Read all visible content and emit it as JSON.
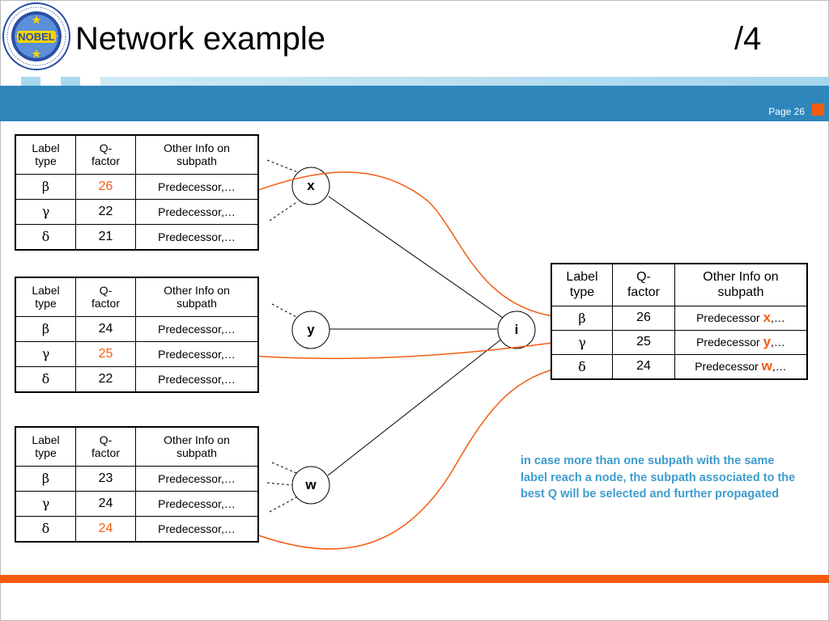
{
  "header": {
    "title": "Network example",
    "title_suffix": "/4",
    "page_label": "Page 26",
    "logo_text": "NOBEL",
    "accent_color": "#2f86bb",
    "highlight_color": "#f35c10"
  },
  "tables": {
    "headers": [
      "Label type",
      "Q-factor",
      "Other Info on subpath"
    ],
    "header_lines": [
      [
        "Label",
        "type"
      ],
      [
        "Q-",
        "factor"
      ],
      [
        "Other Info on",
        "subpath"
      ]
    ],
    "x": {
      "rows": [
        {
          "label": "β",
          "q": "26",
          "info": "Predecessor,…"
        },
        {
          "label": "γ",
          "q": "22",
          "info": "Predecessor,…"
        },
        {
          "label": "δ",
          "q": "21",
          "info": "Predecessor,…"
        }
      ]
    },
    "y": {
      "rows": [
        {
          "label": "β",
          "q": "24",
          "info": "Predecessor,…"
        },
        {
          "label": "γ",
          "q": "25",
          "info": "Predecessor,…"
        },
        {
          "label": "δ",
          "q": "22",
          "info": "Predecessor,…"
        }
      ]
    },
    "w": {
      "rows": [
        {
          "label": "β",
          "q": "23",
          "info": "Predecessor,…"
        },
        {
          "label": "γ",
          "q": "24",
          "info": "Predecessor,…"
        },
        {
          "label": "δ",
          "q": "24",
          "info": "Predecessor,…"
        }
      ]
    },
    "i": {
      "rows": [
        {
          "label": "β",
          "q": "26",
          "info_prefix": "Predecessor ",
          "info_node": "x",
          "info_suffix": ",…"
        },
        {
          "label": "γ",
          "q": "25",
          "info_prefix": "Predecessor ",
          "info_node": "y",
          "info_suffix": ",…"
        },
        {
          "label": "δ",
          "q": "24",
          "info_prefix": "Predecessor ",
          "info_node": "w",
          "info_suffix": ",…"
        }
      ]
    }
  },
  "nodes": {
    "x": "x",
    "y": "y",
    "w": "w",
    "i": "i"
  },
  "note": "in case more than one subpath with the same label reach a node, the subpath associated to the best Q will be selected and further propagated"
}
